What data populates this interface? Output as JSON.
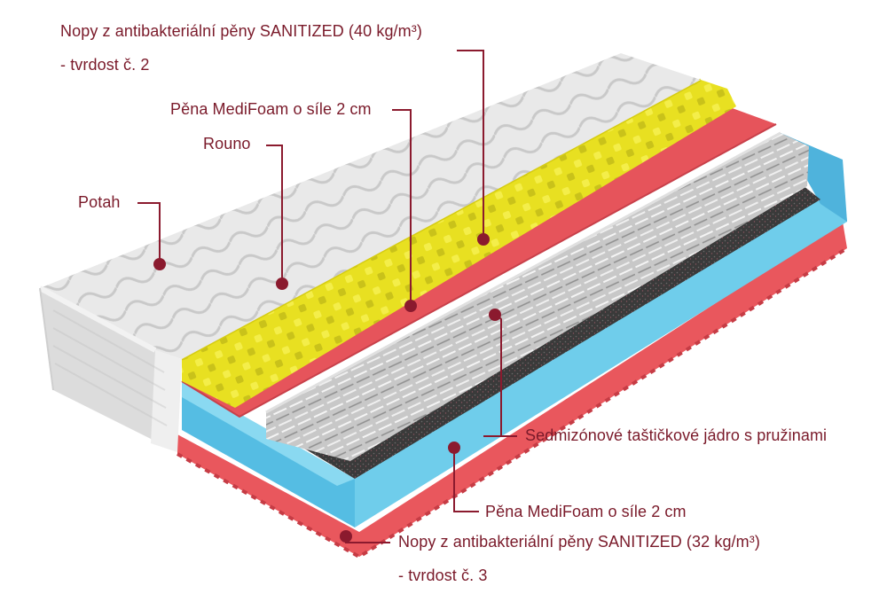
{
  "labels": {
    "nopy_top_line1": "Nopy z antibakteriální pěny SANITIZED (40 kg/m³)",
    "nopy_top_line2": "- tvrdost č. 2",
    "medifoam_top": "Pěna MediFoam o síle 2 cm",
    "rouno": "Rouno",
    "potah": "Potah",
    "jadro": "Sedmizónové taštičkové jádro s pružinami",
    "medifoam_bottom": "Pěna MediFoam o síle 2 cm",
    "nopy_bottom_line1": "Nopy z antibakteriální pěny SANITIZED (32 kg/m³)",
    "nopy_bottom_line2": "- tvrdost č. 3"
  },
  "colors": {
    "label": "#7a1a2a",
    "leader": "#8b1a2e",
    "yellow_foam": "#e8e021",
    "red_foam": "#ea5a5e",
    "blue_foam": "#5ec3e6",
    "cover": "#e6e6e6",
    "springs": "#d0d0d0",
    "core_felt": "#3a3a3a"
  }
}
